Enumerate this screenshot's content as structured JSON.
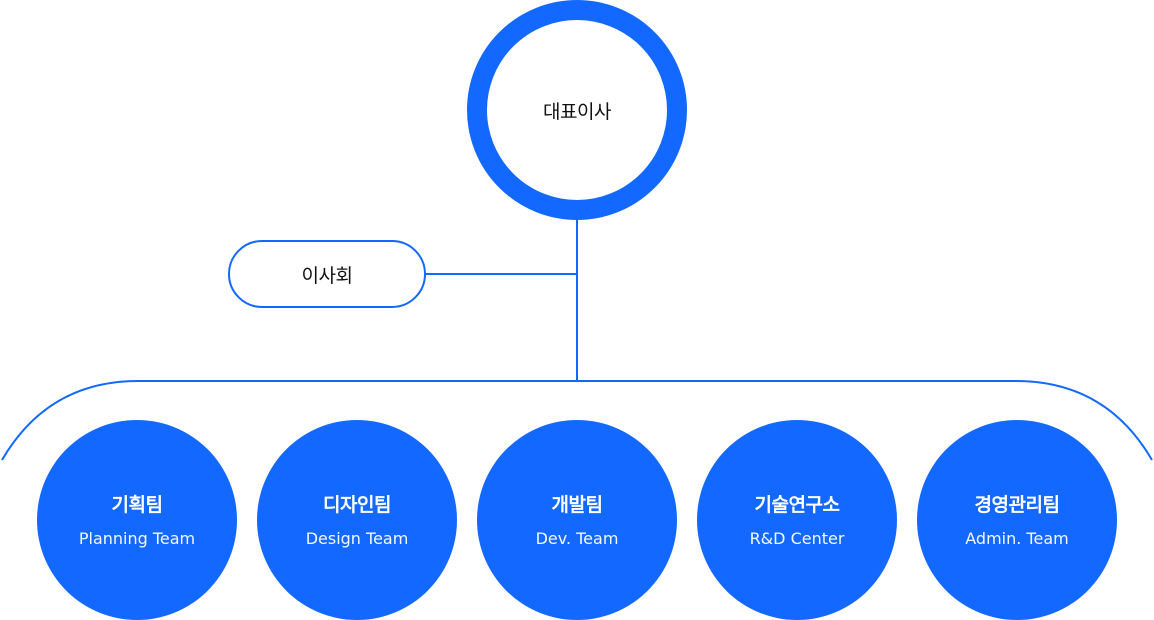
{
  "ceo": {
    "label": "대표이사"
  },
  "board": {
    "label": "이사회"
  },
  "teams": [
    {
      "ko": "기획팀",
      "en": "Planning Team"
    },
    {
      "ko": "디자인팀",
      "en": "Design Team"
    },
    {
      "ko": "개발팀",
      "en": "Dev. Team"
    },
    {
      "ko": "기술연구소",
      "en": "R&D Center"
    },
    {
      "ko": "경영관리팀",
      "en": "Admin. Team"
    }
  ],
  "colors": {
    "accent": "#1369FF",
    "text": "#111111",
    "background": "#FFFFFF"
  }
}
